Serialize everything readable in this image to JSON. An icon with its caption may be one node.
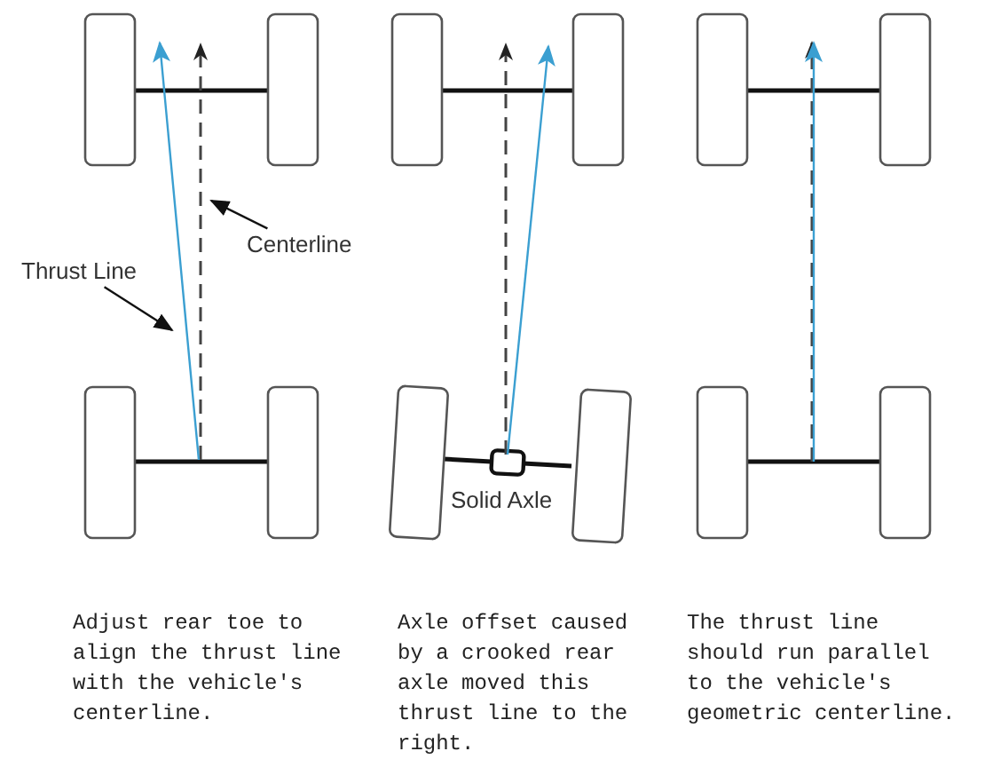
{
  "diagram": {
    "nodes": [
      {
        "text": [
          "Thrust Line"
        ]
      },
      {
        "text": [
          "Centerline"
        ]
      }
    ],
    "edges": [
      {
        "from": 0,
        "to": null,
        "arrow": "to"
      },
      {
        "from": 1,
        "to": null,
        "arrow": "to"
      }
    ],
    "labels": [
      "Solid Axle",
      "Adjust rear toe to align the thrust line with the vehicle's centerline.",
      "Axle offset caused by a crooked rear axle moved this thrust line to the right.",
      "The thrust line should run parallel to the vehicle's geometric centerline."
    ]
  }
}
